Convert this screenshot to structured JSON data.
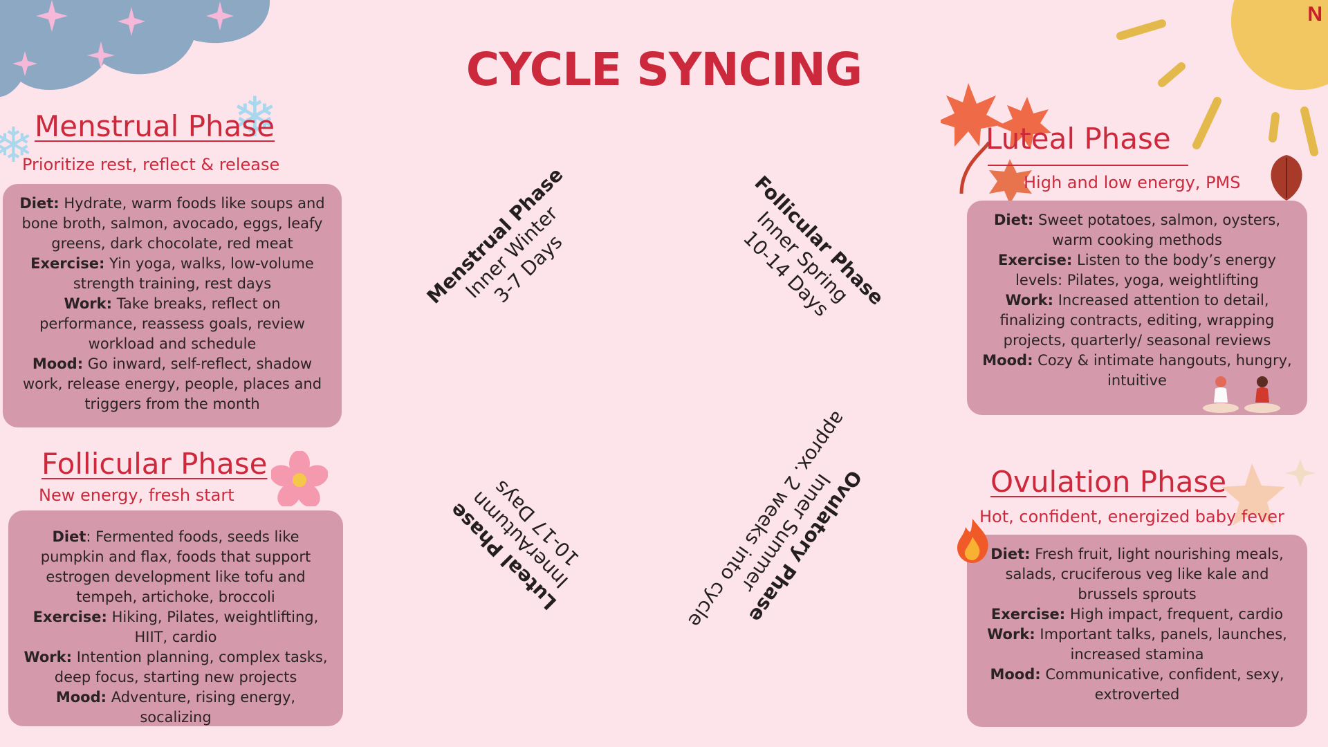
{
  "title": "CYCLE SYNCING",
  "corner_letter": "N",
  "colors": {
    "background": "#fde3ea",
    "accent": "#cc2a3c",
    "card": "#d49aab",
    "cloud": "#8da8c3",
    "sun": "#f2c660"
  },
  "menstrual": {
    "heading": "Menstrual Phase",
    "subtitle": "Prioritize rest, reflect & release",
    "diet_label": "Diet:",
    "diet": "Hydrate, warm foods like soups and bone broth, salmon, avocado, eggs, leafy greens, dark chocolate, red meat",
    "exercise_label": "Exercise:",
    "exercise": "Yin yoga, walks, low-volume strength training, rest days",
    "work_label": "Work:",
    "work": "Take breaks, reflect on performance, reassess goals, review workload and schedule",
    "mood_label": "Mood:",
    "mood": "Go inward, self-reflect, shadow work, release energy, people, places and triggers from the month"
  },
  "follicular": {
    "heading": "Follicular Phase",
    "subtitle": "New energy, fresh start",
    "diet_label": "Diet",
    "diet": ": Fermented foods, seeds like pumpkin and flax, foods that support estrogen development like tofu and tempeh, artichoke, broccoli",
    "exercise_label": "Exercise:",
    "exercise": "Hiking, Pilates, weightlifting, HIIT, cardio",
    "work_label": "Work:",
    "work": "Intention planning, complex tasks, deep focus, starting new projects",
    "mood_label": "Mood:",
    "mood": "Adventure, rising energy, socalizing"
  },
  "luteal": {
    "heading": "Luteal Phase",
    "subtitle": "High and low energy, PMS",
    "diet_label": "Diet:",
    "diet": "Sweet potatoes, salmon, oysters, warm cooking methods",
    "exercise_label": "Exercise:",
    "exercise": "Listen to the body’s energy levels: Pilates, yoga, weightlifting",
    "work_label": "Work:",
    "work": "Increased attention to detail, finalizing contracts, editing, wrapping projects, quarterly/ seasonal reviews",
    "mood_label": "Mood:",
    "mood": "Cozy & intimate hangouts, hungry, intuitive"
  },
  "ovulation": {
    "heading": "Ovulation Phase",
    "subtitle": "Hot, confident, energized baby fever",
    "diet_label": "Diet:",
    "diet": "Fresh fruit, light nourishing meals, salads, cruciferous veg like kale and brussels sprouts",
    "exercise_label": "Exercise:",
    "exercise": "High impact, frequent, cardio",
    "work_label": "Work:",
    "work": "Important talks, panels, launches, increased stamina",
    "mood_label": "Mood:",
    "mood": "Communicative, confident, sexy, extroverted"
  },
  "wheel": {
    "menstrual": {
      "name": "Menstrual Phase",
      "season": "Inner Winter",
      "days": "3-7 Days"
    },
    "follicular": {
      "name": "Follicular Phase",
      "season": "Inner Spring",
      "days": "10-14 Days"
    },
    "luteal": {
      "name": "Luteal Phase",
      "season": "InnerAutumn",
      "days": "10-17 Days"
    },
    "ovulatory": {
      "name": "Ovulatory Phase",
      "season": "Inner Summer",
      "days": "approx. 2 weeks into cycle"
    }
  },
  "icons": [
    "cloud-icon",
    "star-icon",
    "snowflake-icon",
    "sun-icon",
    "leaf-icon",
    "flower-icon",
    "fire-icon",
    "meditation-icon",
    "starfish-icon"
  ]
}
